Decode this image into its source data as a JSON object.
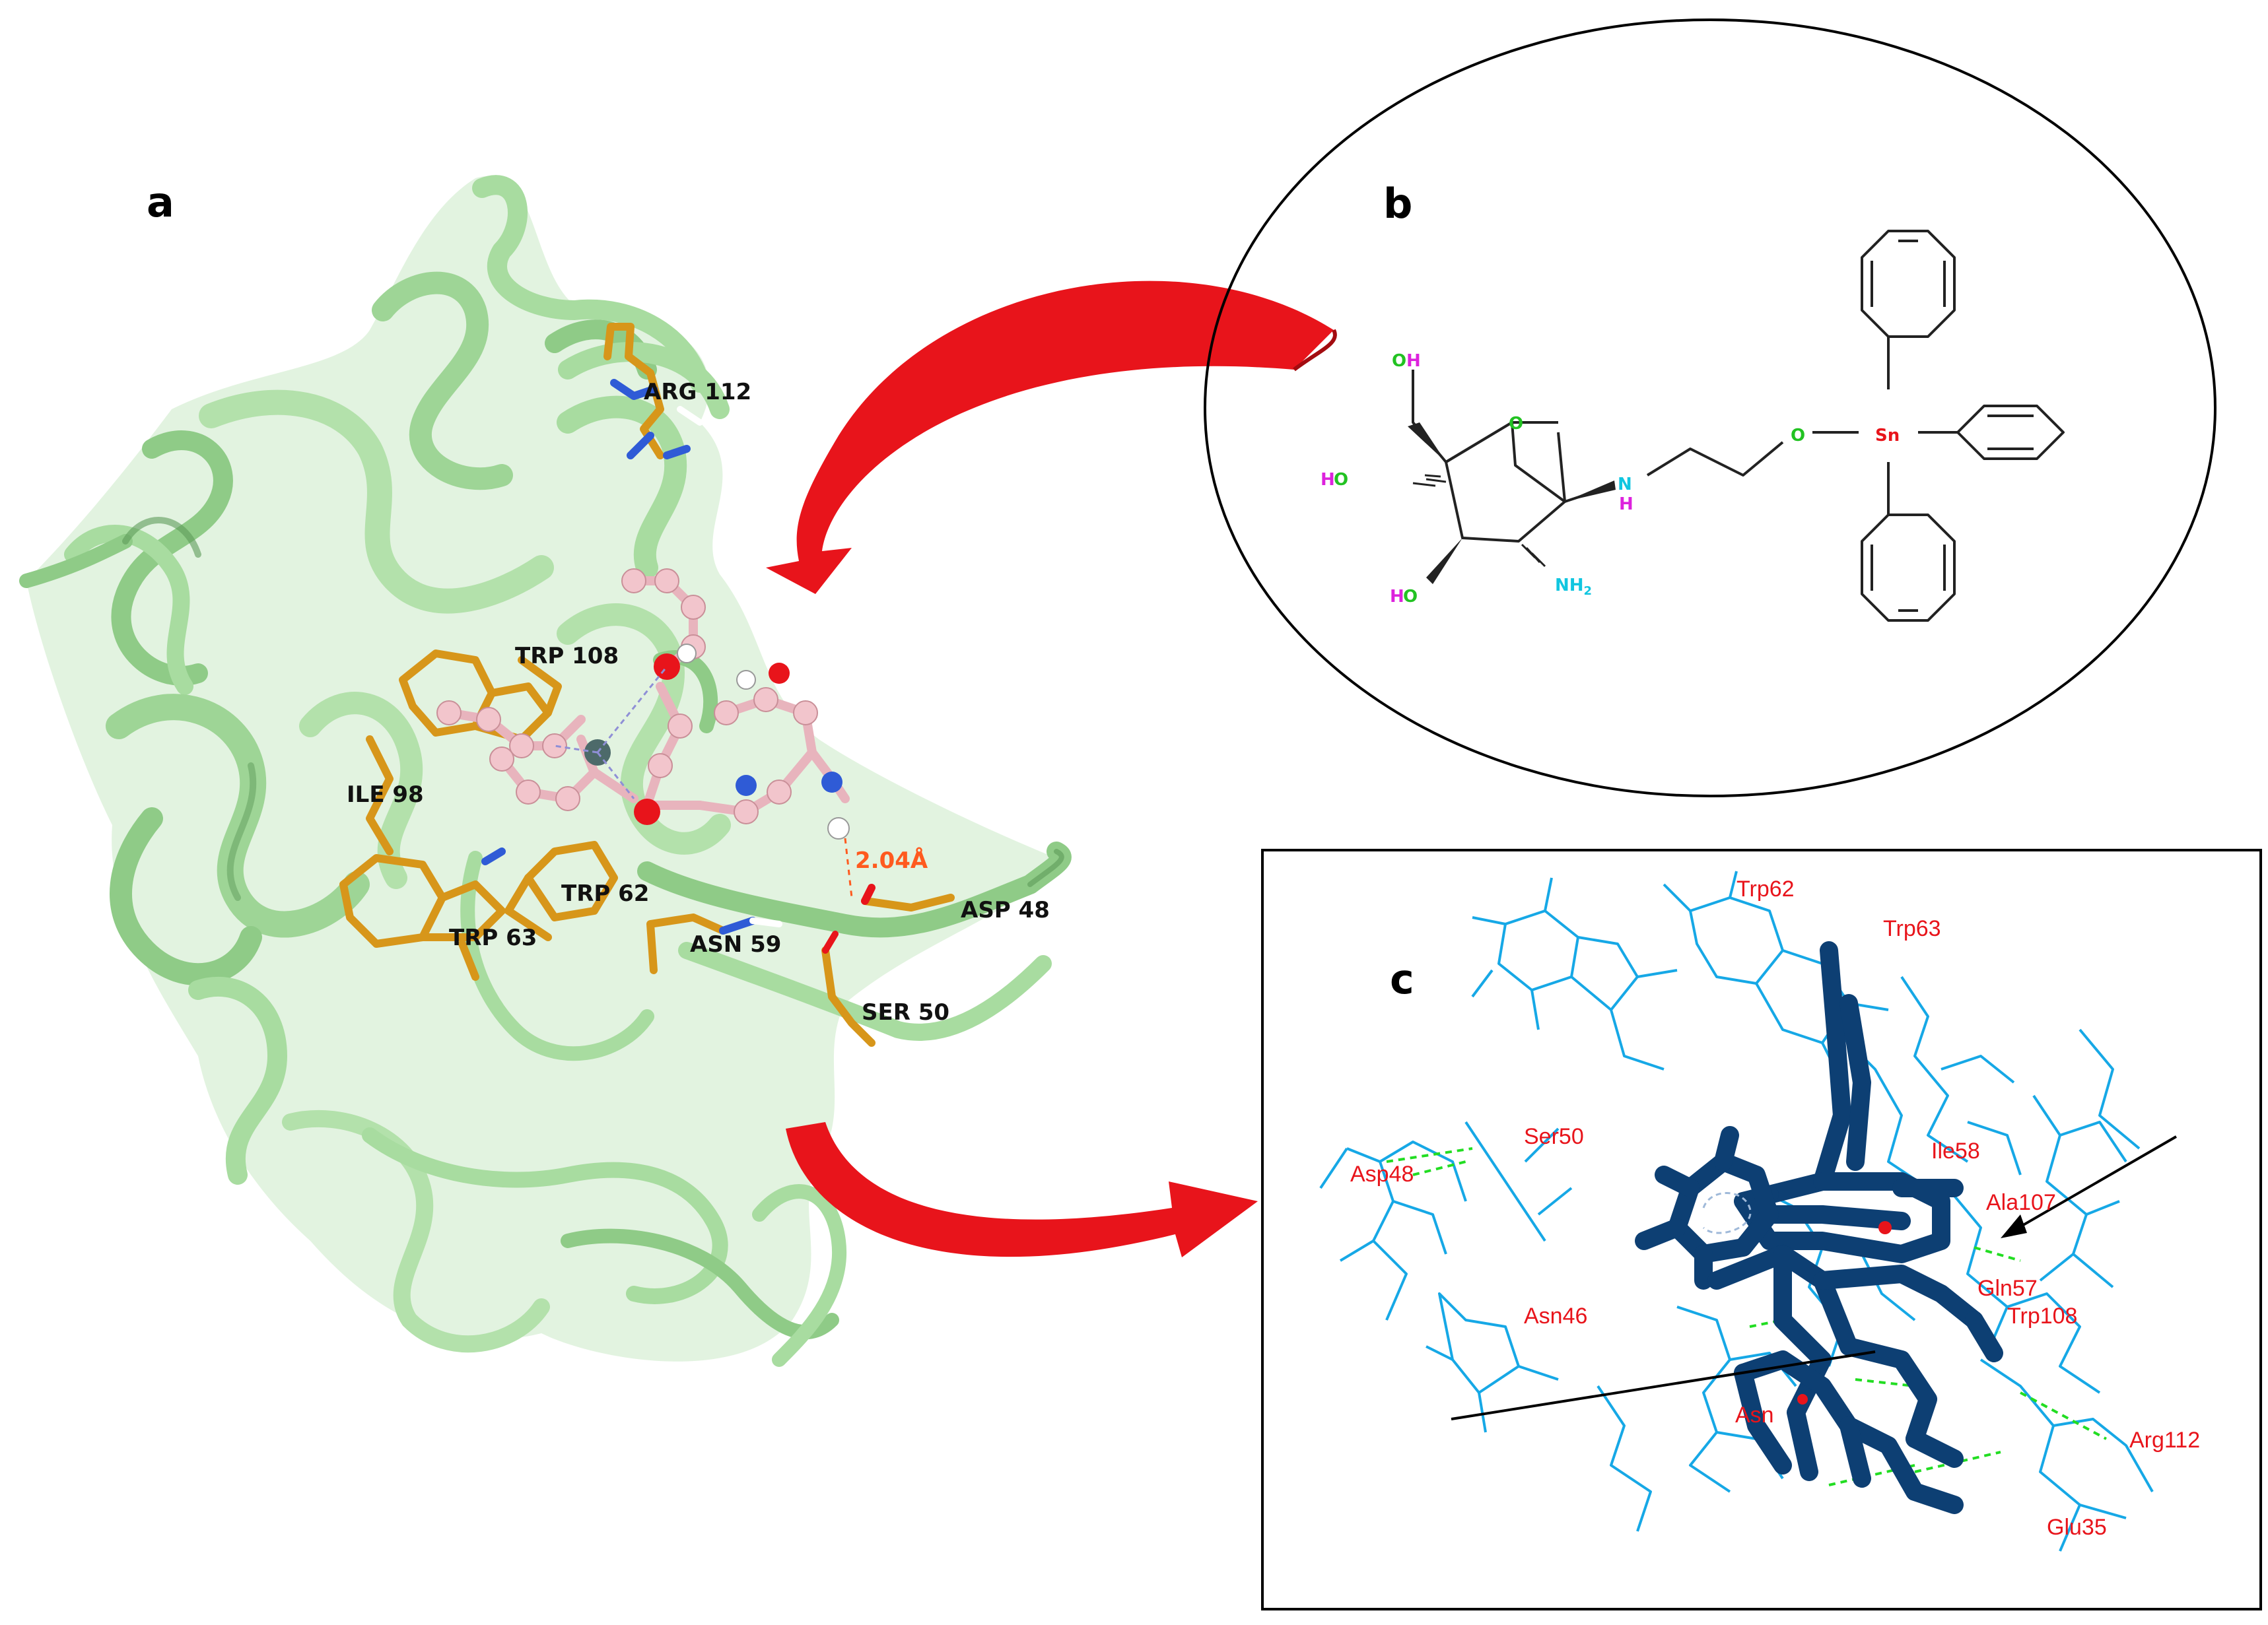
{
  "panels": {
    "a": {
      "letter": "a"
    },
    "b": {
      "letter": "b"
    },
    "c": {
      "letter": "c"
    }
  },
  "panel_a_labels": {
    "arg112": "ARG 112",
    "trp108": "TRP 108",
    "ile98": "ILE 98",
    "trp62": "TRP 62",
    "trp63": "TRP 63",
    "asn59": "ASN 59",
    "asp48": "ASP 48",
    "ser50": "SER 50",
    "hbond_distance": "2.04Å"
  },
  "panel_b_atoms": {
    "oh_top": {
      "o": "O",
      "h": "H"
    },
    "ring_o": "O",
    "ho_left": {
      "h": "H",
      "o": "O"
    },
    "ho_bottom": {
      "h": "H",
      "o": "O"
    },
    "nh2": "NH",
    "nh2_sub": "2",
    "nh_n": "N",
    "nh_h": "H",
    "link_o": "O",
    "sn": "Sn"
  },
  "panel_c_labels": {
    "trp62": "Trp62",
    "trp63": "Trp63",
    "ser50": "Ser50",
    "asp48": "Asp48",
    "ile58": "Ile58",
    "ala107": "Ala107",
    "gln57": "Gln57",
    "trp108": "Trp108",
    "asn46": "Asn46",
    "asn_partial": "Asn",
    "arg112": "Arg112",
    "glu35": "Glu35"
  },
  "colors": {
    "ribbon": "#a8dca0",
    "ribbon_dark": "#6fae6a",
    "residue_sticks": "#d7961a",
    "ligand_sticks": "#e8b4bd",
    "oxygen": "#e8141b",
    "nitrogen": "#2f5bd6",
    "arrow": "#e8141b",
    "panel_c_wire": "#16a8e6",
    "panel_c_ligand": "#0d3f73",
    "hbond": "#22dd22",
    "atom_o": "#22c222",
    "atom_h": "#dd22dd",
    "atom_n": "#11c6e0",
    "atom_sn": "#e8141b"
  }
}
